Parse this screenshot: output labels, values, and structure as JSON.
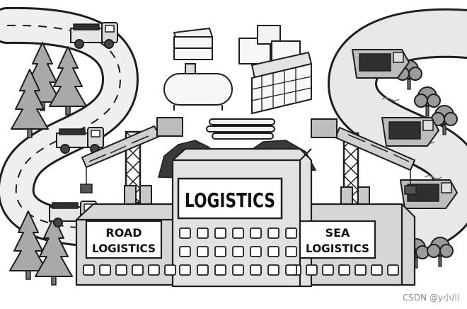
{
  "signs": {
    "main": "LOGISTICS",
    "road_line1": "ROAD",
    "road_line2": "LOGISTICS",
    "sea_line1": "SEA",
    "sea_line2": "LOGISTICS"
  },
  "watermark": "CSDN @y小川",
  "palette": {
    "outline": "#1e1e1e",
    "light": "#f2f2f2",
    "mid": "#cfcfcf",
    "dark": "#8c8c8c",
    "coal": "#333333"
  }
}
